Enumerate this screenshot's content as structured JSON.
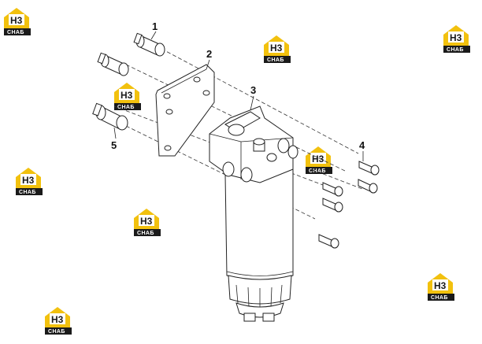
{
  "callouts": [
    {
      "id": "1",
      "label": "1"
    },
    {
      "id": "2",
      "label": "2"
    },
    {
      "id": "3",
      "label": "3"
    },
    {
      "id": "4",
      "label": "4"
    },
    {
      "id": "5",
      "label": "5"
    }
  ],
  "watermark": {
    "mark": "H3",
    "text": "CHAБ",
    "colors": {
      "gold": "#f2c10e",
      "dark": "#1a1a1a"
    }
  },
  "colors": {
    "line": "#222222",
    "background": "#ffffff"
  }
}
